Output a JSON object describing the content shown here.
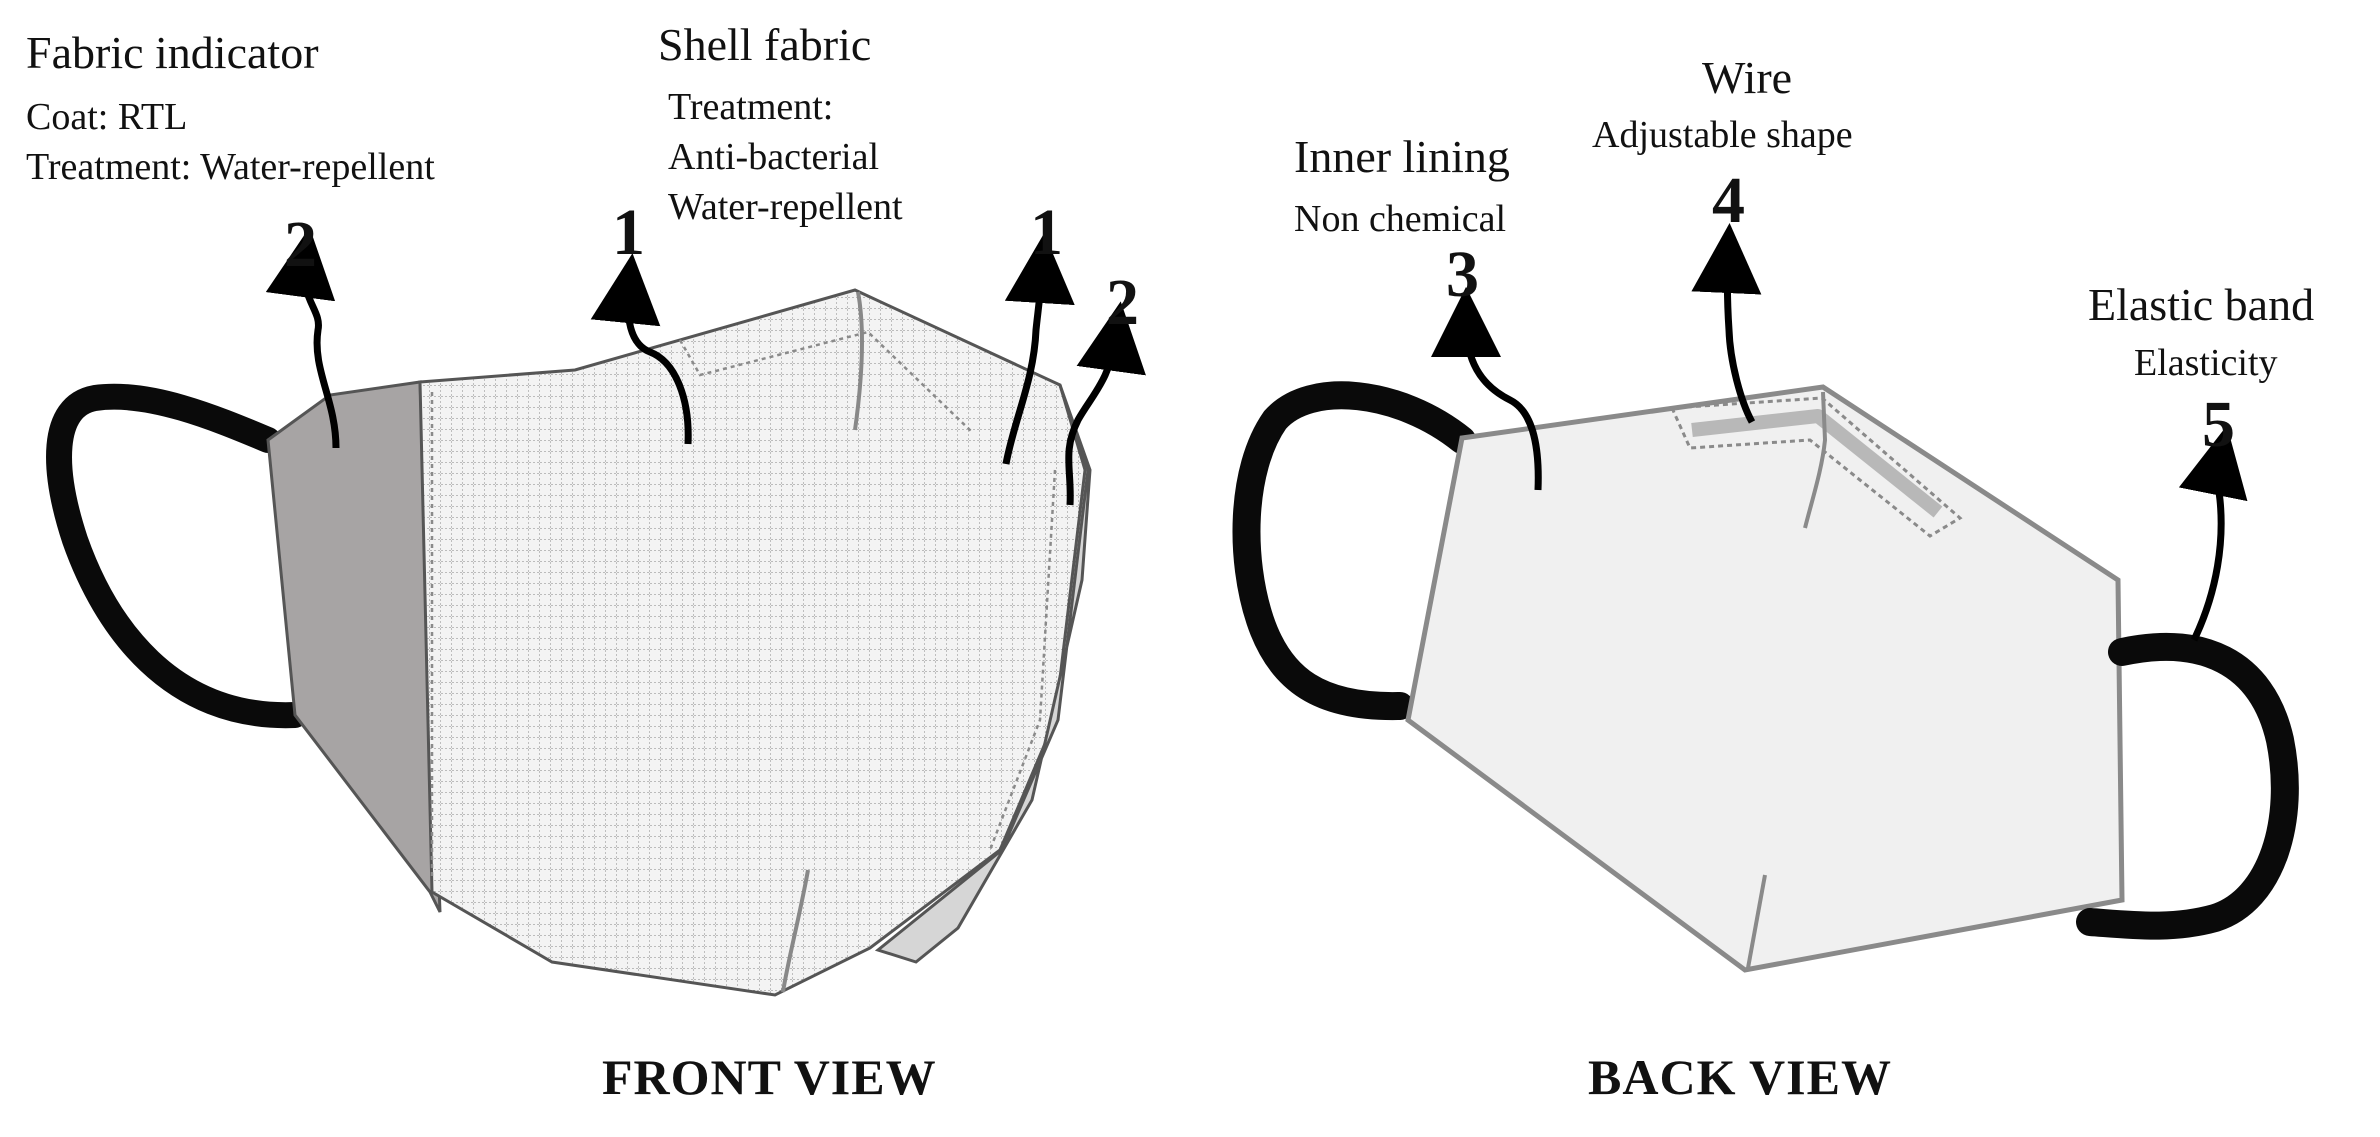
{
  "front_view": {
    "caption": "FRONT VIEW",
    "labels": {
      "fabric_indicator": {
        "title": "Fabric indicator",
        "lines": [
          "Coat: RTL",
          "Treatment: Water-repellent"
        ]
      },
      "shell_fabric": {
        "title": "Shell fabric",
        "lines": [
          "Treatment:",
          "Anti-bacterial",
          "Water-repellent"
        ]
      }
    },
    "markers": [
      "2",
      "1",
      "1",
      "2"
    ]
  },
  "back_view": {
    "caption": "BACK VIEW",
    "labels": {
      "inner_lining": {
        "title": "Inner lining",
        "lines": [
          "Non chemical"
        ]
      },
      "wire": {
        "title": "Wire",
        "lines": [
          "Adjustable shape"
        ]
      },
      "elastic_band": {
        "title": "Elastic band",
        "lines": [
          "Elasticity"
        ]
      }
    },
    "markers": [
      "3",
      "4",
      "5"
    ]
  },
  "colors": {
    "ear_loop": "#0a0a0a",
    "fabric_indicator_panel": "#a7a4a4",
    "shell_fabric": "#f1f1f1",
    "side_panel": "#d6d6d6",
    "inner_lining": "#f0f0f0",
    "wire": "#b8b8b8",
    "outline": "#666666"
  }
}
